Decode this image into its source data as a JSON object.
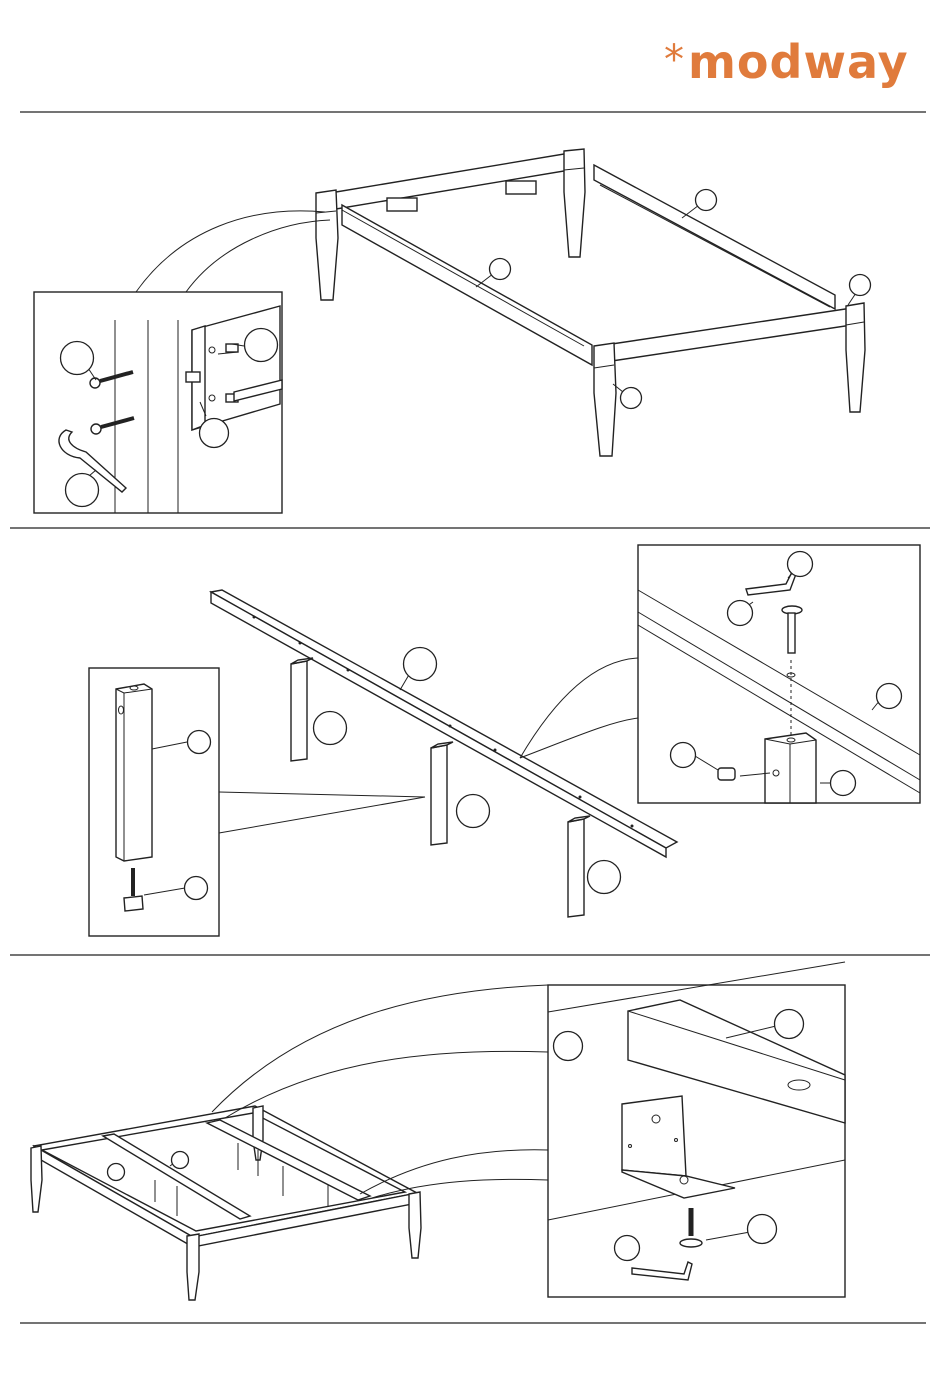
{
  "brand": {
    "star": "*",
    "wordmark": "modway",
    "color": "#e07b3c"
  },
  "colors": {
    "ink": "#222222",
    "paper": "#ffffff"
  },
  "steps": [
    {
      "id": "frame-assembly"
    },
    {
      "id": "center-rail-and-legs"
    },
    {
      "id": "bracket-mounting"
    }
  ]
}
